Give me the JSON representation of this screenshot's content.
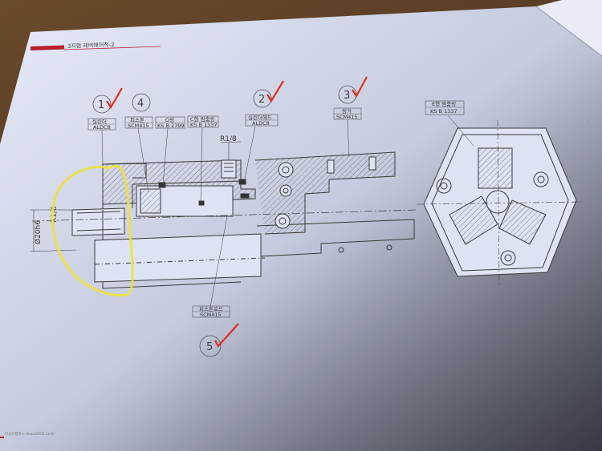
{
  "header": {
    "chapter": "3지협 레버에어척-2"
  },
  "footer": {
    "publisher": "다솔유캠퍼스 dasol2001.co.kr"
  },
  "dimensions": {
    "diameter": "Ø20h6",
    "roughness": "R1/6",
    "thread": "R1/8"
  },
  "parts": [
    {
      "number": "1",
      "name": "실린더",
      "spec": "ALDC8",
      "checked": true
    },
    {
      "number": "4",
      "name": "피스톤",
      "spec": "SCM415",
      "checked": false
    },
    {
      "number": "",
      "name": "O링",
      "spec": "KS B 2799",
      "checked": false
    },
    {
      "number": "",
      "name": "C형 멈춤링",
      "spec": "KS B 1337",
      "checked": false
    },
    {
      "number": "2",
      "name": "실린더헤드",
      "spec": "ALDC8",
      "checked": true
    },
    {
      "number": "3",
      "name": "링거",
      "spec": "SCM415",
      "checked": true
    },
    {
      "number": "",
      "name": "E형 멈춤링",
      "spec": "KS B 1337",
      "checked": false
    },
    {
      "number": "5",
      "name": "피스톤로드",
      "spec": "SCM415",
      "checked": true
    }
  ],
  "colors": {
    "paper": "#dde3f3",
    "ink": "#3a3a3a",
    "check_mark": "#e0301e",
    "highlight": "#f0e13a",
    "header_bar": "#b81e2c"
  }
}
